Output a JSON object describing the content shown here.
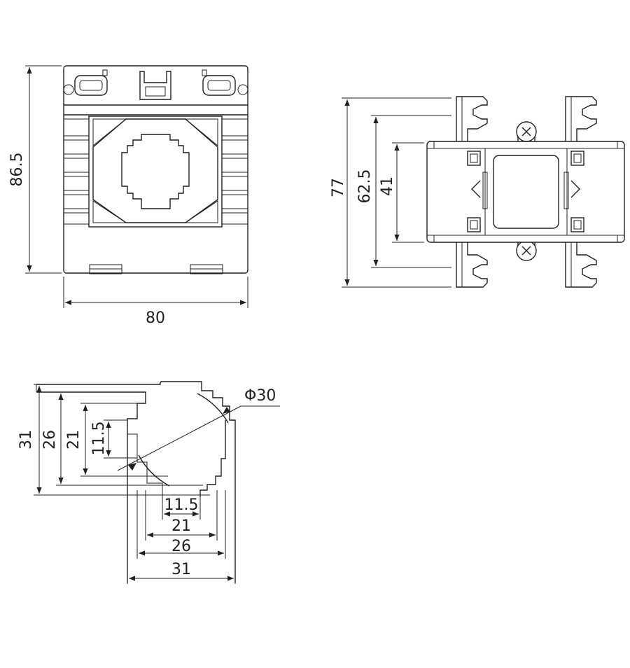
{
  "front_view": {
    "height_label": "86.5",
    "width_label": "80"
  },
  "side_view": {
    "overall_label": "77",
    "mounting_label": "62.5",
    "body_label": "41"
  },
  "aperture_view": {
    "diameter_label": "Φ30",
    "vertical_labels": [
      "31",
      "26",
      "21",
      "11.5"
    ],
    "horizontal_labels": [
      "11.5",
      "21",
      "26",
      "31"
    ]
  }
}
